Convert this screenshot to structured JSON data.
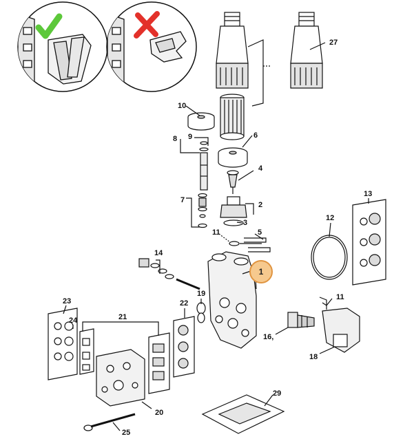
{
  "callouts": {
    "c1": "1",
    "c2": "2",
    "c3": "3",
    "c4": "4",
    "c5": "5",
    "c6": "6",
    "c7": "7",
    "c8": "8",
    "c9": "9",
    "c10": "10",
    "c11a": "11",
    "c11b": "11",
    "c12": "12",
    "c13": "13",
    "c14": "14",
    "c16": "16,",
    "c18": "18",
    "c19": "19",
    "c20": "20",
    "c21": "21",
    "c22": "22",
    "c23": "23",
    "c24": "24",
    "c25": "25",
    "c27": "27",
    "c29": "29"
  },
  "colors": {
    "ok_mark": "#5cc83a",
    "wrong_mark": "#e3312a",
    "highlight_fill": "#f6c98e",
    "highlight_border": "#e09440",
    "line": "#111111",
    "shade": "#d9d9d9"
  },
  "icons": {
    "ok": "check-icon",
    "wrong": "cross-icon"
  }
}
